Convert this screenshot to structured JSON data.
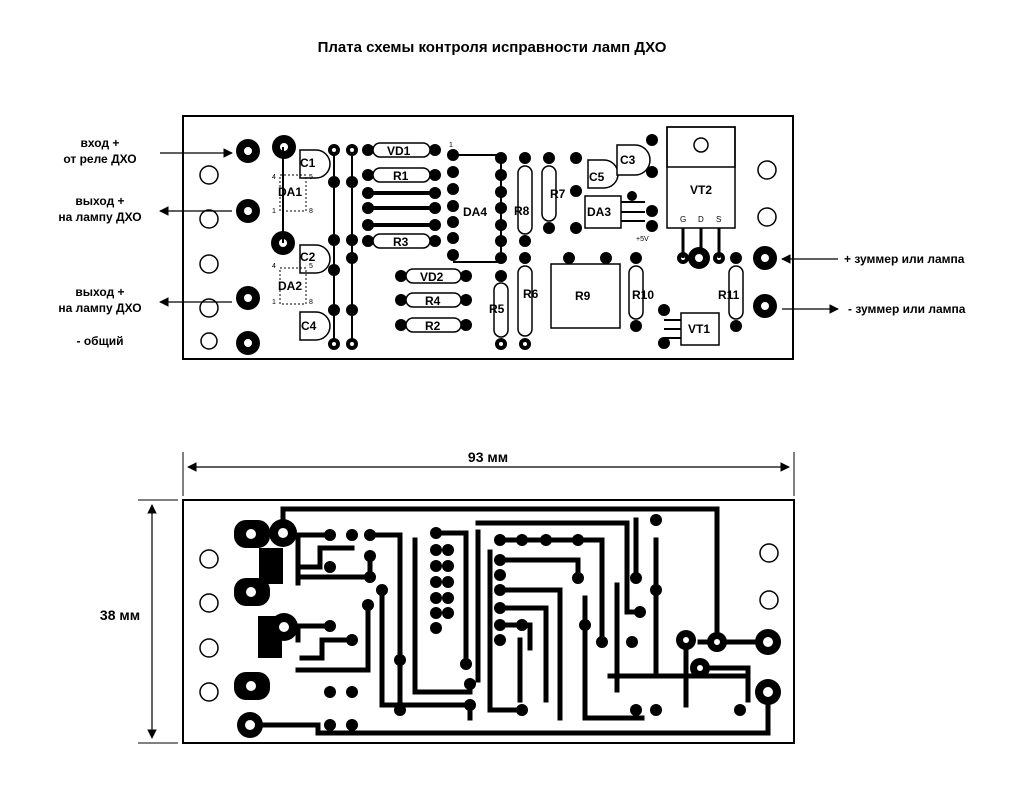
{
  "title": "Плата схемы контроля исправности ламп ДХО",
  "left_labels": {
    "in_line1": "вход +",
    "in_line2": "от реле ДХО",
    "out1_line1": "выход +",
    "out1_line2": "на лампу ДХО",
    "out2_line1": "выход +",
    "out2_line2": "на лампу ДХО",
    "common": "- общий"
  },
  "right_labels": {
    "plus": "+ зуммер или лампа",
    "minus": "- зуммер или лампа"
  },
  "parts": {
    "C1": "C1",
    "C2": "C2",
    "C3": "C3",
    "C4": "C4",
    "C5": "C5",
    "DA1": "DA1",
    "DA2": "DA2",
    "DA3": "DA3",
    "DA4": "DA4",
    "VD1": "VD1",
    "VD2": "VD2",
    "R1": "R1",
    "R2": "R2",
    "R3": "R3",
    "R4": "R4",
    "R5": "R5",
    "R6": "R6",
    "R7": "R7",
    "R8": "R8",
    "R9": "R9",
    "R10": "R10",
    "R11": "R11",
    "VT1": "VT1",
    "VT2": "VT2"
  },
  "pins": {
    "p4a": "4",
    "p5a": "5",
    "p1a": "1",
    "p8a": "8",
    "p4b": "4",
    "p5b": "5",
    "p1b": "1",
    "p8b": "8",
    "p1da4": "1",
    "G": "G",
    "D": "D",
    "S": "S",
    "plus5v": "+5V"
  },
  "dimensions": {
    "width": "93 мм",
    "height": "38 мм"
  }
}
